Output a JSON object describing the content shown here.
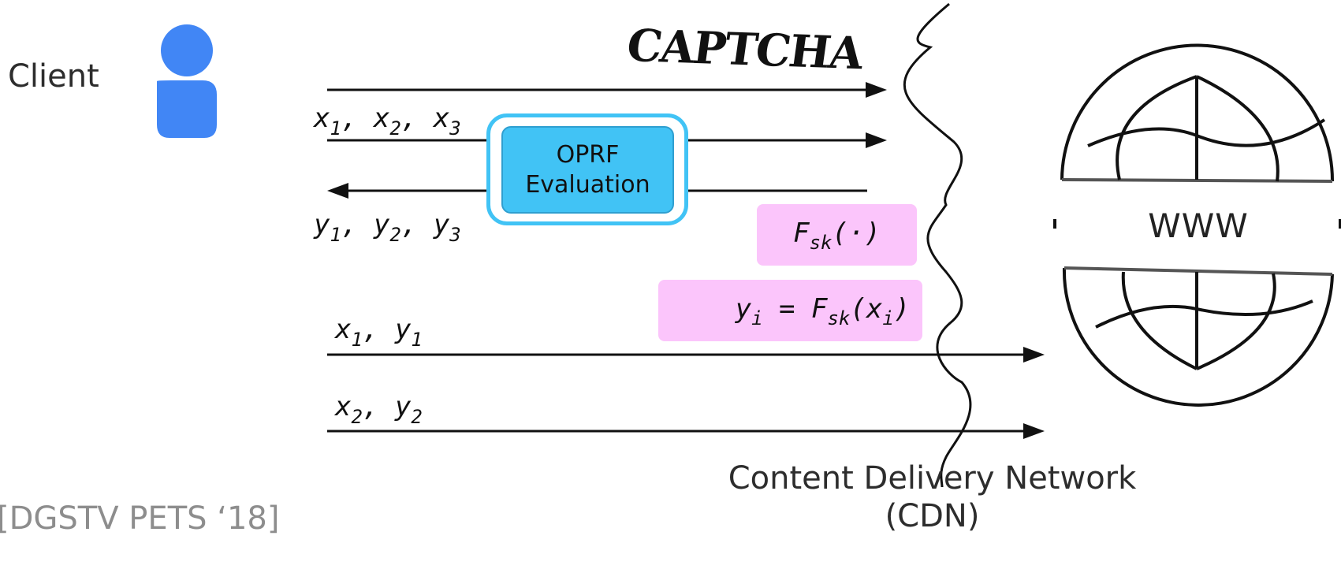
{
  "client": {
    "label": "Client"
  },
  "captcha": {
    "text": "CAPTCHA"
  },
  "oprf": {
    "line1": "OPRF",
    "line2": "Evaluation"
  },
  "messages": {
    "inputs": [
      "x",
      "1",
      ", x",
      "2",
      ", x",
      "3"
    ],
    "outputs": [
      "y",
      "1",
      ", y",
      "2",
      ", y",
      "3"
    ],
    "pair1": [
      "x",
      "1",
      ", y",
      "1"
    ],
    "pair2": [
      "x",
      "2",
      ", y",
      "2"
    ]
  },
  "function": {
    "f": "F",
    "f_sub": "sk",
    "f_arg": "(·)"
  },
  "equation": {
    "lhs": "y",
    "lhs_sub": "i",
    "eq": " = ",
    "f": "F",
    "f_sub": "sk",
    "open": "(x",
    "arg_sub": "i",
    "close": ")"
  },
  "web": {
    "label": "WWW"
  },
  "cdn": {
    "line1": "Content Delivery Network",
    "line2": "(CDN)"
  },
  "citation": {
    "text": "[DGSTV PETS ‘18]"
  },
  "colors": {
    "person": "#4186f5",
    "oprf": "#41c3f5",
    "pink": "#fbc5fb"
  }
}
